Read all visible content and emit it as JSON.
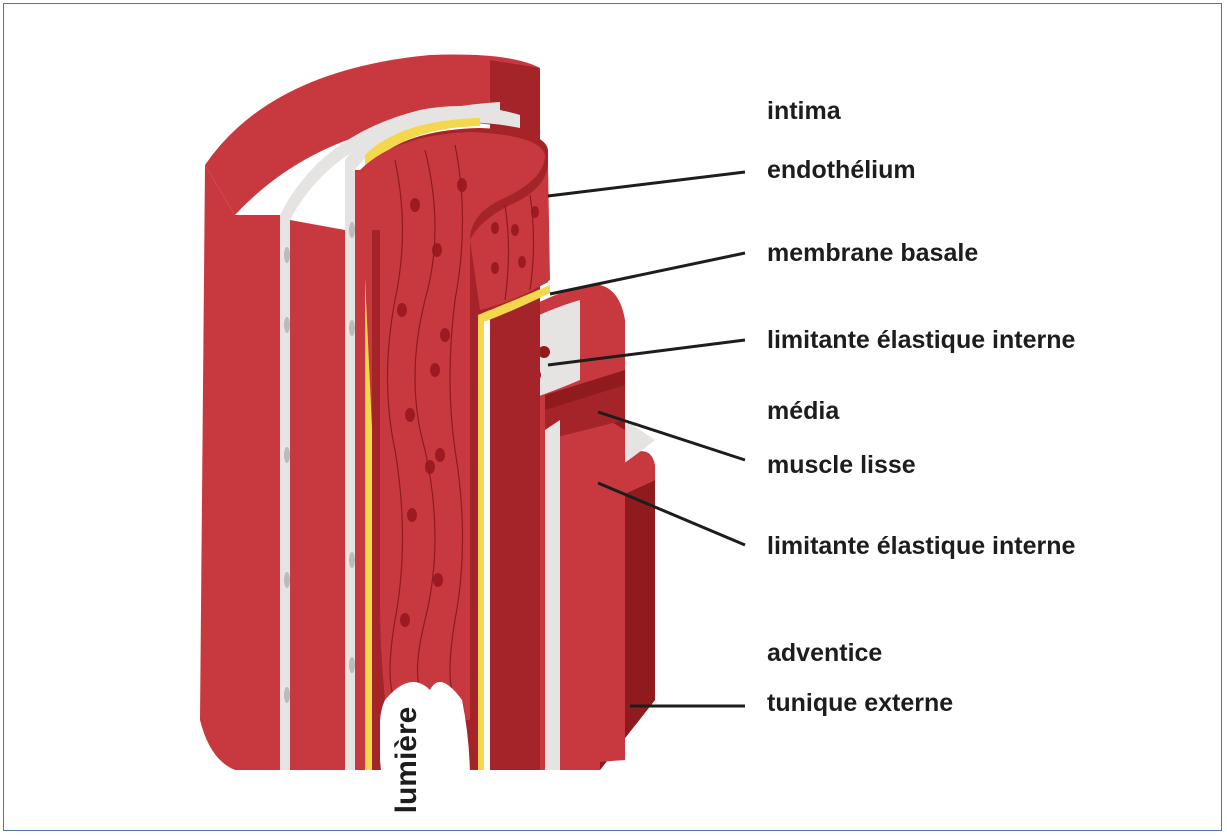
{
  "labels": {
    "intima": "intima",
    "endothelium": "endothélium",
    "membrane_basale": "membrane basale",
    "limitante_1": "limitante élastique interne",
    "media": "média",
    "muscle_lisse": "muscle lisse",
    "limitante_2": "limitante élastique interne",
    "adventice": "adventice",
    "tunique_externe": "tunique externe",
    "lumiere": "lumière"
  },
  "colors": {
    "frame": "#4a78b5",
    "muscle": "#c8393f",
    "muscle_dark": "#8f1b1f",
    "muscle_shadow": "#a52429",
    "elastic": "#e6e3e3",
    "basale": "#f3d84d",
    "cell_nucleus": "#9e1a22",
    "leader": "#1d1d1d"
  }
}
